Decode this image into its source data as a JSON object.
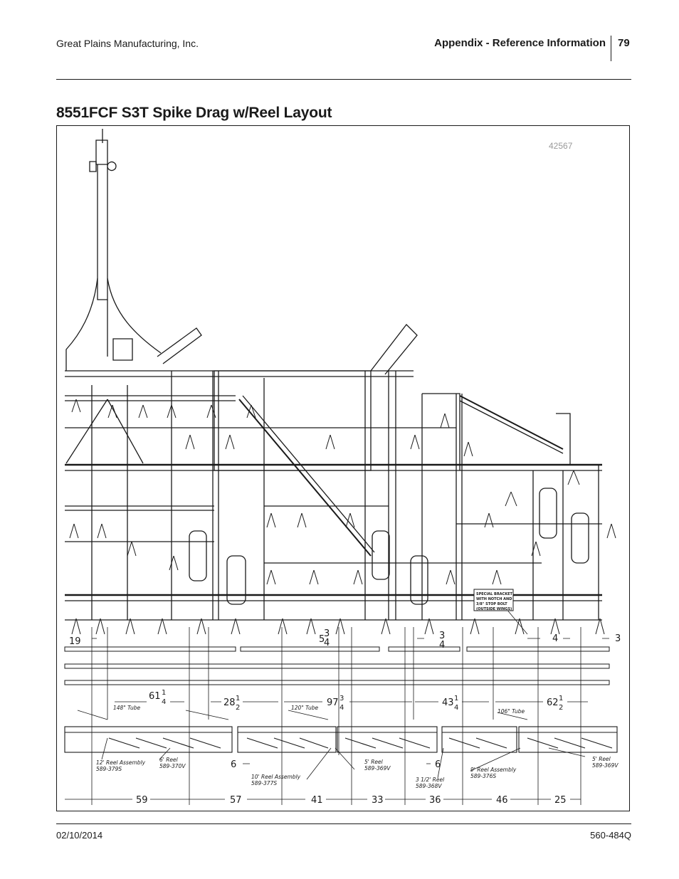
{
  "header": {
    "company": "Great Plains Manufacturing, Inc.",
    "section": "Appendix - Reference Information",
    "page_number": "79"
  },
  "title": "8551FCF S3T Spike Drag w/Reel Layout",
  "figure_id": "42567",
  "drawing": {
    "top_dimensions": {
      "d19": "19",
      "d5_3_4a_whole": "5",
      "d5_3_4a_num": "3",
      "d5_3_4a_den": "4",
      "d3_4_num": "3",
      "d3_4_den": "4",
      "d4": "4",
      "d3": "3"
    },
    "mid_dimensions": {
      "d61_whole": "61",
      "d61_num": "1",
      "d61_den": "4",
      "d28_whole": "28",
      "d28_num": "1",
      "d28_den": "2",
      "d97_whole": "97",
      "d97_num": "3",
      "d97_den": "4",
      "d43_whole": "43",
      "d43_num": "1",
      "d43_den": "4",
      "d62_whole": "62",
      "d62_num": "1",
      "d62_den": "2"
    },
    "tubes": {
      "t148": "148\" Tube",
      "t120": "120\" Tube",
      "t106": "106\" Tube"
    },
    "callouts": {
      "c12_line1": "12' Reel Assembly",
      "c12_line2": "589-379S",
      "c6_line1": "6' Reel",
      "c6_line2": "589-370V",
      "c10_line1": "10' Reel Assembly",
      "c10_line2": "589-377S",
      "c5a_line1": "5' Reel",
      "c5a_line2": "589-369V",
      "c35_line1": "3 1/2' Reel",
      "c35_line2": "589-368V",
      "c9_line1": "9' Reel Assembly",
      "c9_line2": "589-376S",
      "c5b_line1": "5' Reel",
      "c5b_line2": "589-369V",
      "bracket1": "SPECIAL BRACKET",
      "bracket2": "WITH NOTCH AND",
      "bracket3": "3/8\" STOP BOLT",
      "bracket4": "(OUTSIDE WINGS)"
    },
    "gap_dims": {
      "g6a": "6",
      "g6b": "6"
    },
    "bottom_dimensions": [
      "59",
      "57",
      "41",
      "33",
      "36",
      "46",
      "25"
    ]
  },
  "footer": {
    "date": "02/10/2014",
    "doc_number": "560-484Q"
  }
}
